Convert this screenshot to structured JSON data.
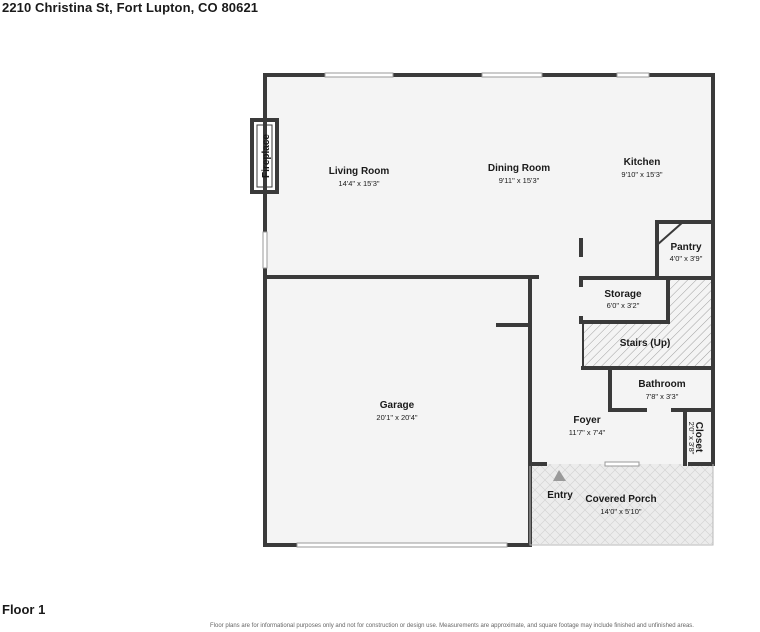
{
  "header": {
    "address": "2210 Christina St, Fort Lupton, CO 80621"
  },
  "footer": {
    "floor_label": "Floor 1",
    "disclaimer": "Floor plans are for informational purposes only and not for construction or design use. Measurements are approximate, and square footage may include finished and unfinished areas."
  },
  "rooms": {
    "living_room": {
      "name": "Living Room",
      "dims": "14'4\" x 15'3\""
    },
    "dining_room": {
      "name": "Dining Room",
      "dims": "9'11\" x 15'3\""
    },
    "kitchen": {
      "name": "Kitchen",
      "dims": "9'10\" x 15'3\""
    },
    "pantry": {
      "name": "Pantry",
      "dims": "4'0\" x 3'9\""
    },
    "storage": {
      "name": "Storage",
      "dims": "6'0\" x 3'2\""
    },
    "stairs": {
      "name": "Stairs (Up)"
    },
    "garage": {
      "name": "Garage",
      "dims": "20'1\" x 20'4\""
    },
    "bathroom": {
      "name": "Bathroom",
      "dims": "7'8\" x 3'3\""
    },
    "foyer": {
      "name": "Foyer",
      "dims": "11'7\" x 7'4\""
    },
    "closet": {
      "name": "Closet",
      "dims": "2'0\" x 3'8\""
    },
    "entry": {
      "name": "Entry"
    },
    "covered_porch": {
      "name": "Covered Porch",
      "dims": "14'0\" x 5'10\""
    },
    "fireplace": {
      "name": "Fireplace"
    }
  },
  "colors": {
    "floor": "#f4f4f4",
    "wall": "#3a3a3a",
    "porch": "#e9e9e9",
    "hatch": "#8a8a8a"
  }
}
